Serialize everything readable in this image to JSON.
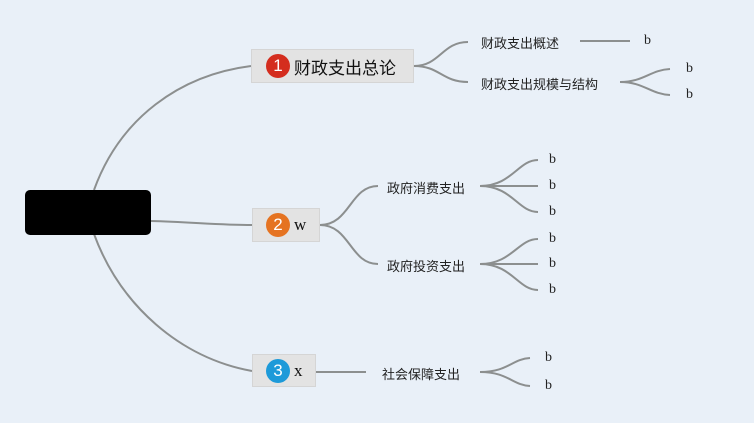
{
  "root": {
    "label": ""
  },
  "branches": [
    {
      "number": "1",
      "label": "财政支出总论"
    },
    {
      "number": "2",
      "label": "w"
    },
    {
      "number": "3",
      "label": "x"
    }
  ],
  "subtopics": [
    {
      "label": "财政支出概述"
    },
    {
      "label": "财政支出规模与结构"
    },
    {
      "label": "政府消费支出"
    },
    {
      "label": "政府投资支出"
    },
    {
      "label": "社会保障支出"
    }
  ],
  "leaf_label": "b",
  "colors": {
    "background": "#e9f0f8",
    "connector": "#8c8f8f",
    "branch1_badge": "#d42d1e",
    "branch2_badge": "#e57321",
    "branch3_badge": "#1d9ad9"
  }
}
